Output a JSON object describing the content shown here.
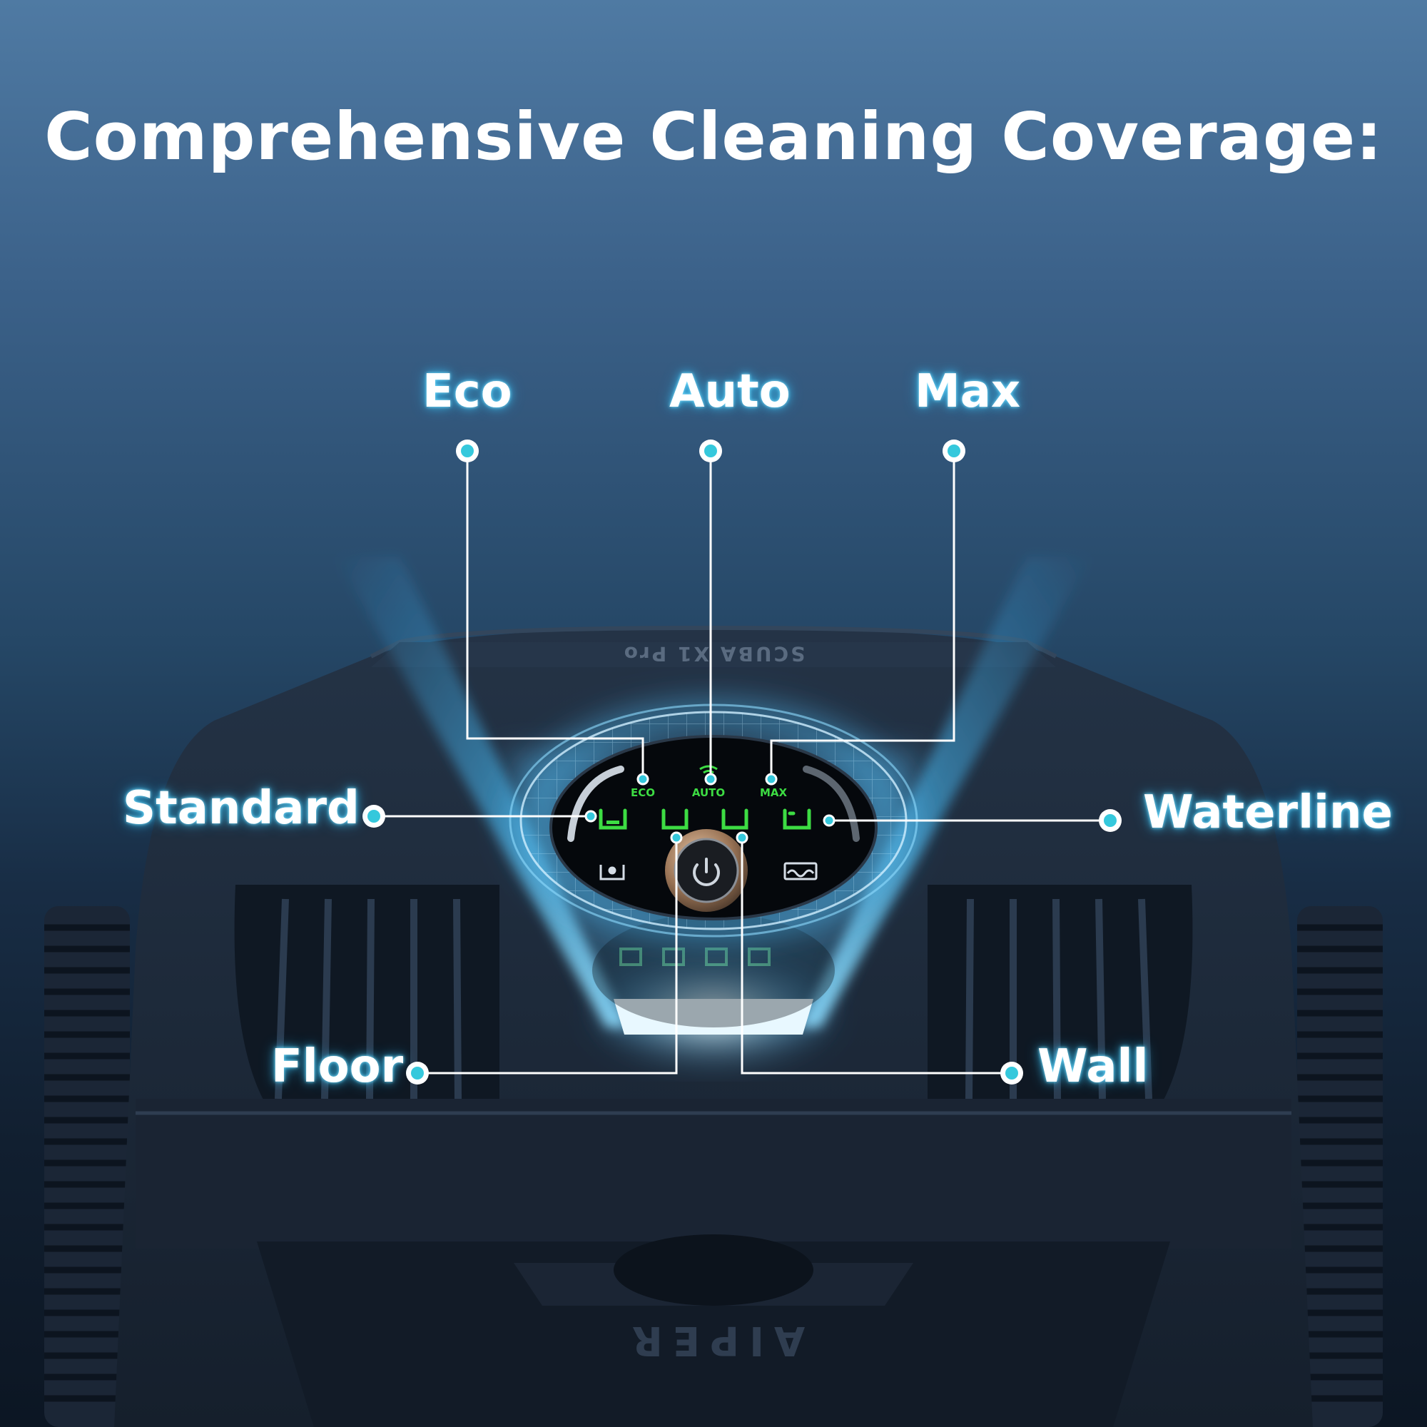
{
  "title": "Comprehensive Cleaning Coverage:",
  "labels": {
    "eco": "Eco",
    "auto": "Auto",
    "max": "Max",
    "standard": "Standard",
    "waterline": "Waterline",
    "floor": "Floor",
    "wall": "Wall"
  },
  "panel": {
    "eco": "ECO",
    "auto": "AUTO",
    "max": "MAX"
  },
  "device": {
    "model": "SCUBA X1 Pro",
    "brand": "AIPER"
  },
  "colors": {
    "accent": "#35c8dc",
    "led": "#3ddc43",
    "glow": "#38b6ff"
  },
  "icons": [
    "power-icon",
    "water-drop-icon",
    "waves-icon"
  ]
}
